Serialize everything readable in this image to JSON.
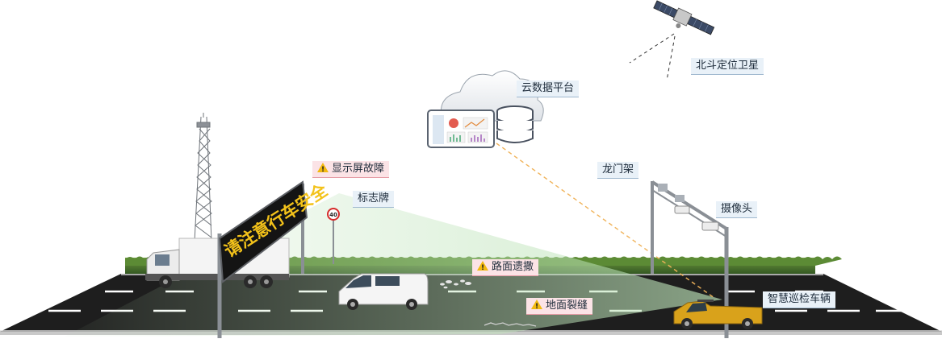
{
  "labels": {
    "satellite": "北斗定位卫星",
    "cloud": "云数据平台",
    "gantry": "龙门架",
    "camera": "摄像头",
    "sign": "标志牌",
    "vehicle": "智慧巡检车辆",
    "screen_fault": "显示屏故障",
    "debris": "路面遗撒",
    "crack": "地面裂缝"
  },
  "led_text": "请注意行车安全",
  "speed_limit": "40",
  "colors": {
    "alert_bg": "#fbe3e6",
    "normal_bg": "#e9f1f8",
    "warning_icon": "#f2b90f",
    "road": "#1e1e1e",
    "hedge": "#4d7a2f",
    "led_text": "#f3c21a",
    "beam": "#bde3b8",
    "signal_line": "#f0b35a",
    "vehicle": "#d9a21b"
  },
  "icons": [
    "warning-icon",
    "satellite-icon",
    "cloud-icon",
    "database-icon",
    "camera-icon"
  ]
}
